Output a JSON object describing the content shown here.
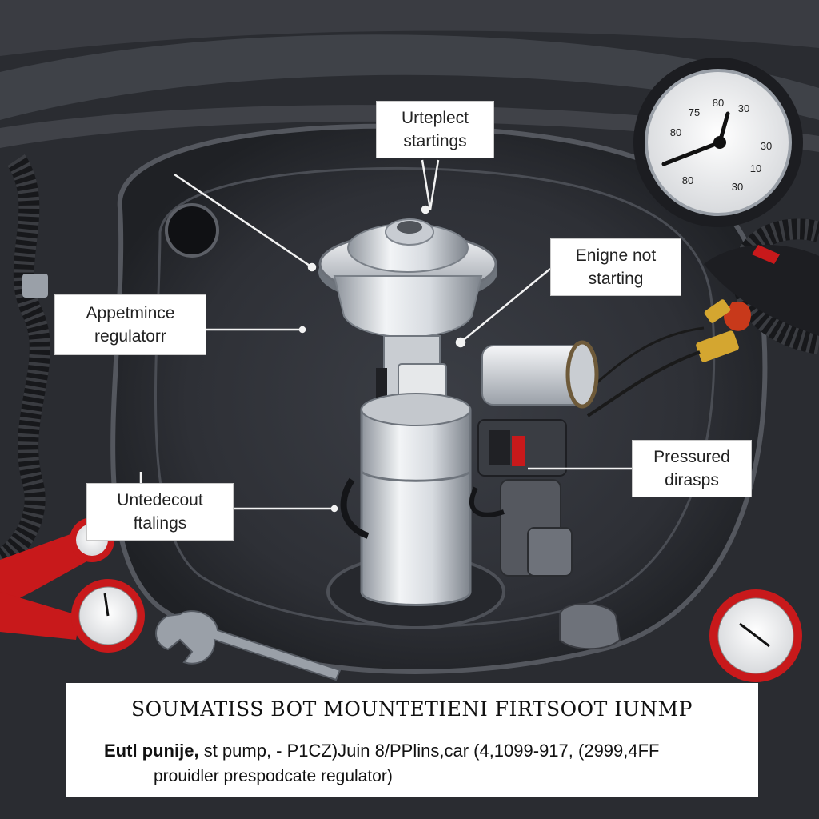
{
  "callouts": {
    "top": [
      "Urteplect",
      "startings"
    ],
    "engine": [
      "Enigne not",
      "starting"
    ],
    "regulator": [
      "Appetmince",
      "regulatorr"
    ],
    "fittings": [
      "Untedecout",
      "ftalings"
    ],
    "pressured": [
      "Pressured",
      "dirasps"
    ]
  },
  "gauge_marks": {
    "top_gauge": [
      "75",
      "80",
      "80",
      "30",
      "30",
      "10",
      "30",
      "80"
    ]
  },
  "caption": {
    "title": "SOUMATISS BOT MOUNTETIENI FIRTSOOT IUNMP",
    "line1_bold": "Eutl punije,",
    "line1_rest": "st pump, - P1CZ)Juin 8/PPlins,car (4,1099-917, (2999,4FF",
    "line2": "prouidler prespodcate regulator)"
  },
  "colors": {
    "background": "#2a2c31",
    "tool_red": "#c8191b",
    "label_bg": "#ffffff"
  }
}
